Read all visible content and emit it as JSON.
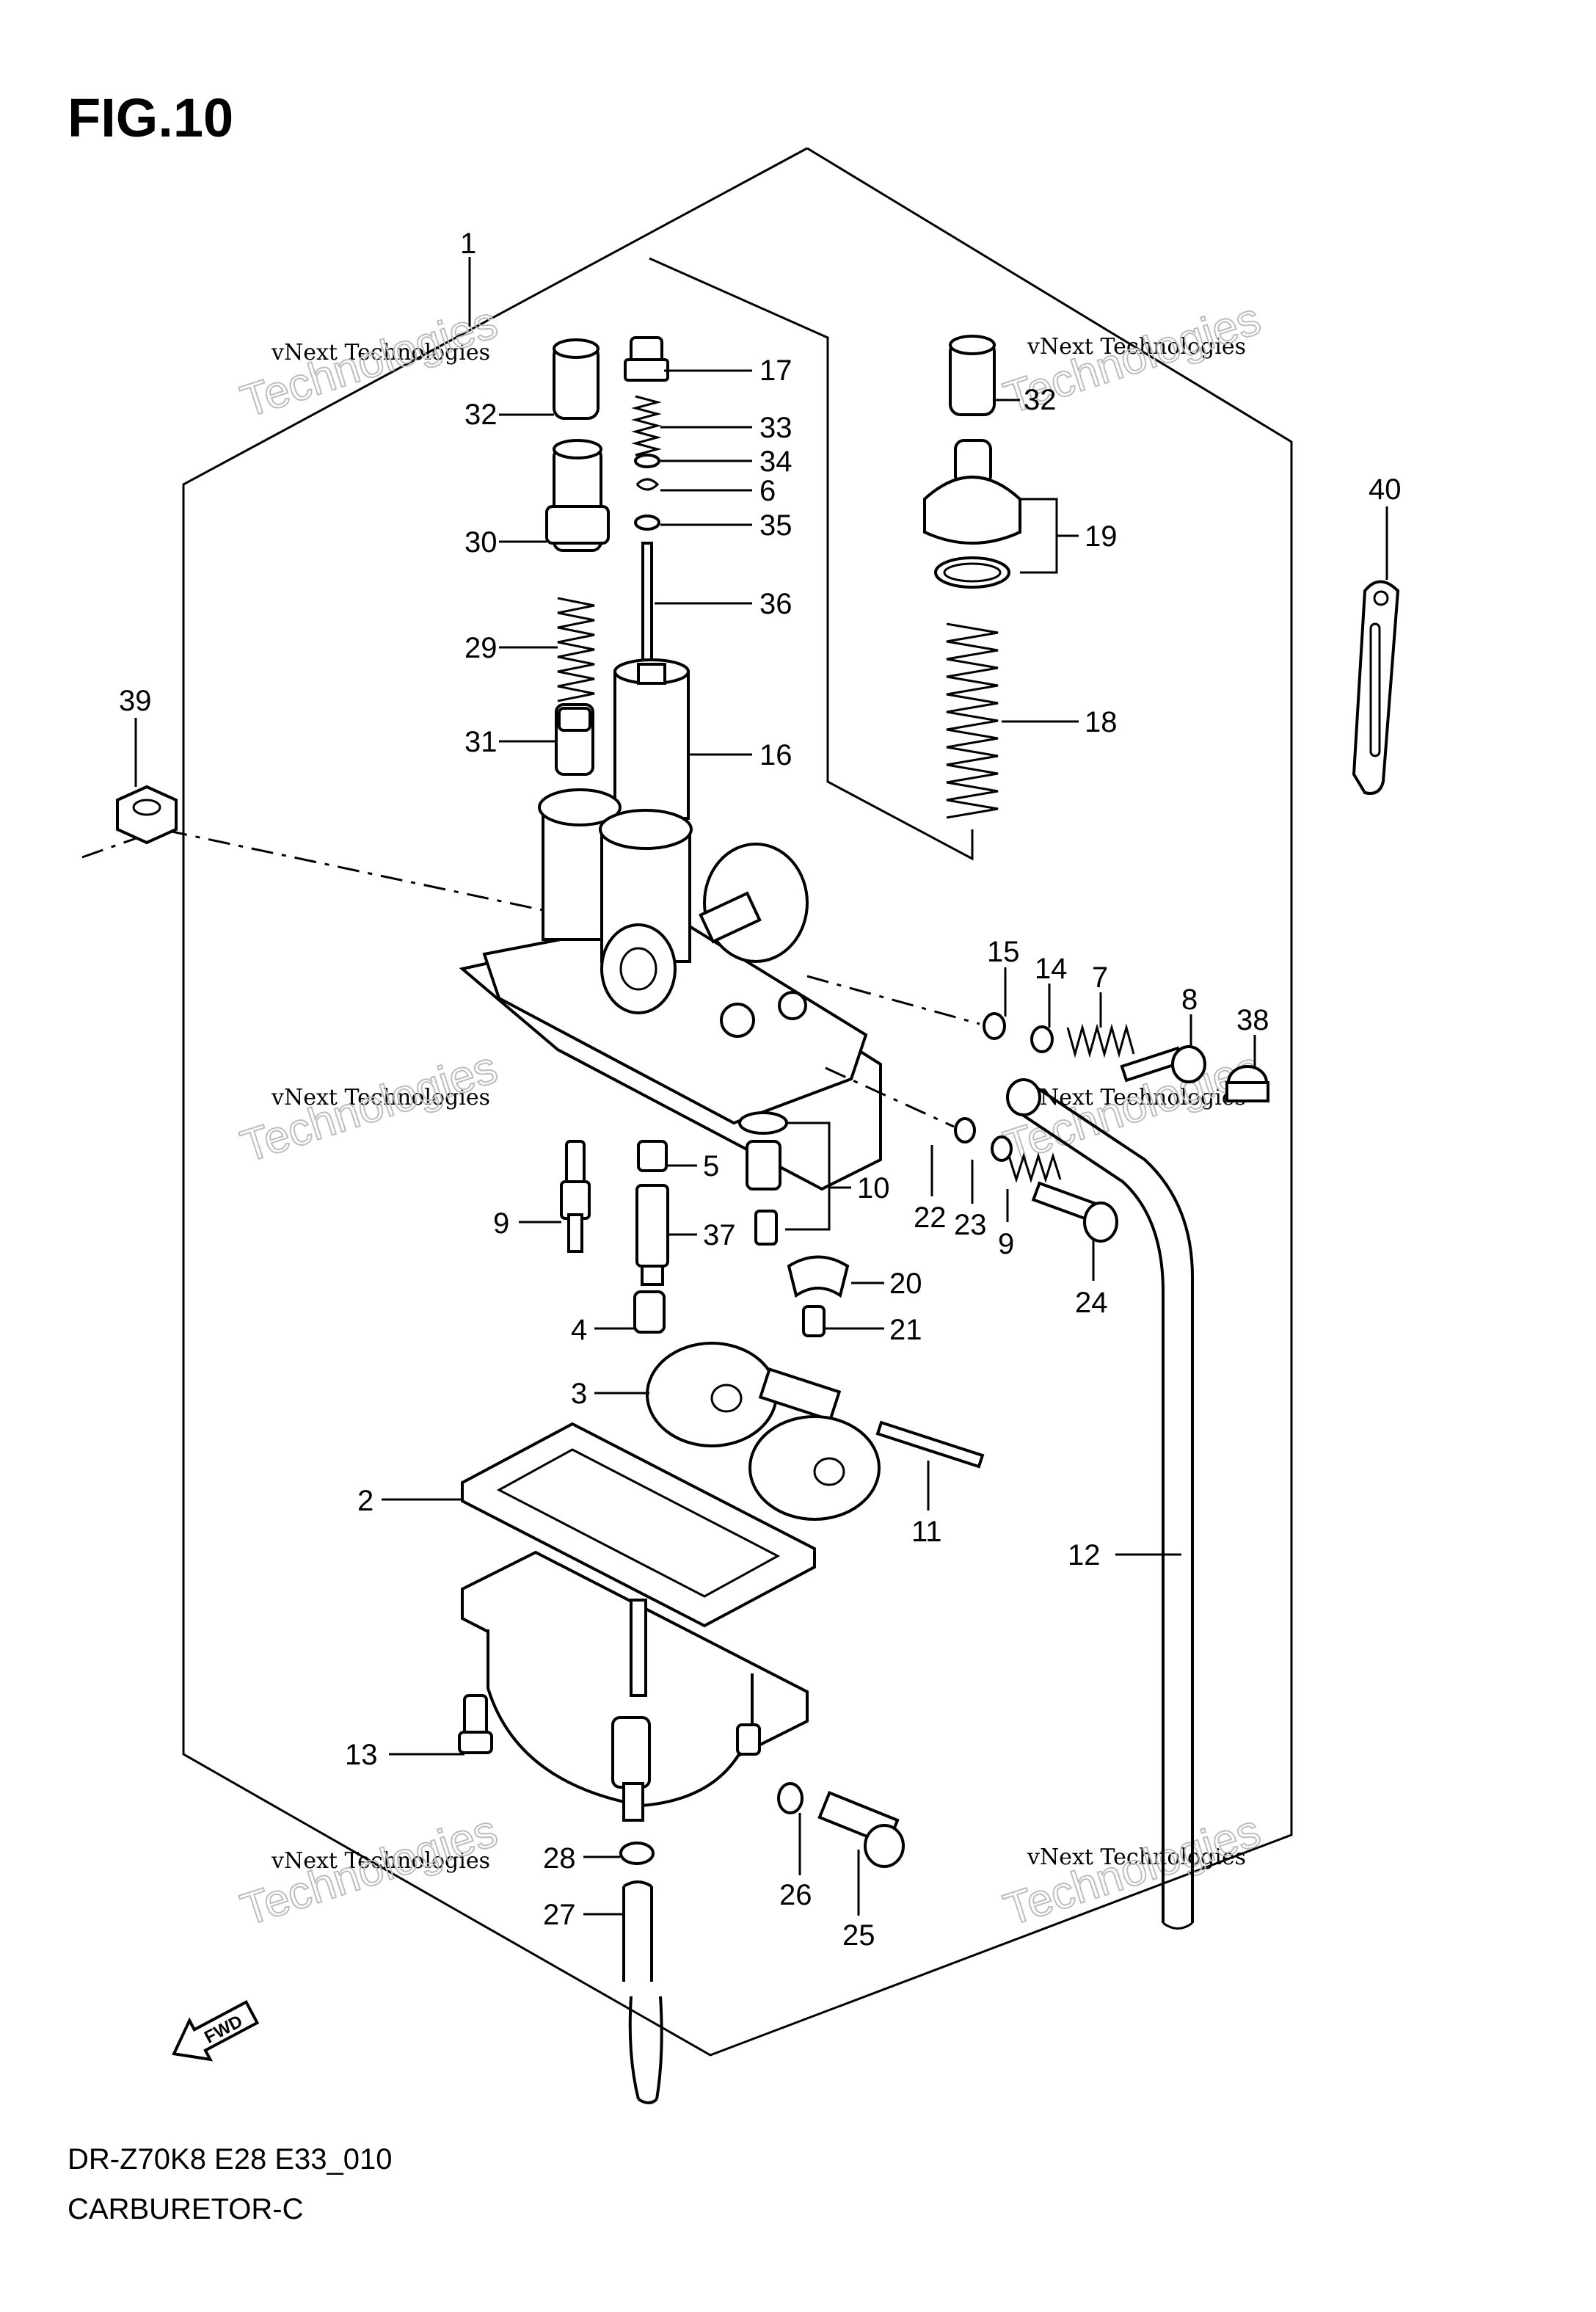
{
  "figure": {
    "title": "FIG.10",
    "model_code": "DR-Z70K8 E28 E33_010",
    "diagram_name": "CARBURETOR-C"
  },
  "watermark": {
    "line1": "vNext Technologies",
    "line2a": "vNext",
    "line2b": "Technologies"
  },
  "fwd_marker": "FWD",
  "callouts": {
    "c1": "1",
    "c2": "2",
    "c3": "3",
    "c4": "4",
    "c5": "5",
    "c6": "6",
    "c7": "7",
    "c8": "8",
    "c9a": "9",
    "c9b": "9",
    "c10": "10",
    "c11": "11",
    "c12": "12",
    "c13": "13",
    "c14": "14",
    "c15": "15",
    "c16": "16",
    "c17": "17",
    "c18": "18",
    "c19": "19",
    "c20": "20",
    "c21": "21",
    "c22": "22",
    "c23": "23",
    "c24": "24",
    "c25": "25",
    "c26": "26",
    "c27": "27",
    "c28": "28",
    "c29": "29",
    "c30": "30",
    "c31": "31",
    "c32a": "32",
    "c32b": "32",
    "c33": "33",
    "c34": "34",
    "c35": "35",
    "c36": "36",
    "c37": "37",
    "c38": "38",
    "c39": "39",
    "c40": "40"
  }
}
